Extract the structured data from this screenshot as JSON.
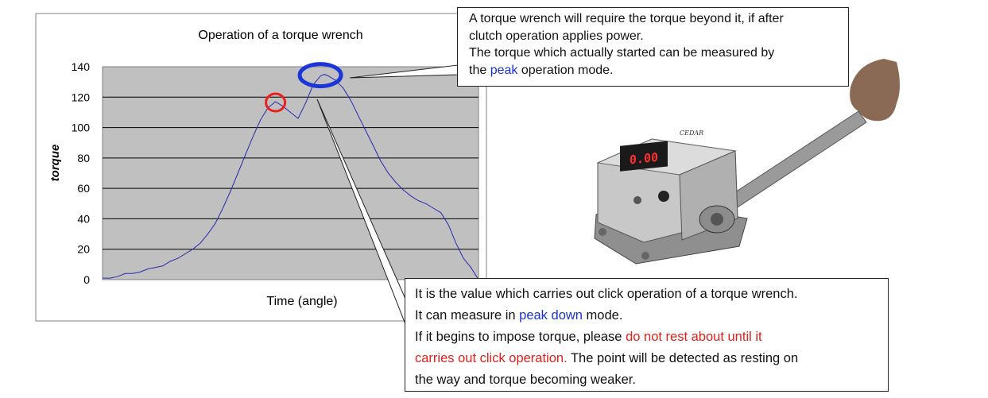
{
  "chart_data": {
    "type": "line",
    "title": "Operation of a torque wrench",
    "xlabel": "Time (angle)",
    "ylabel": "torque",
    "ylim": [
      0,
      140
    ],
    "yticks": [
      0,
      20,
      40,
      60,
      80,
      100,
      120,
      140
    ],
    "grid": true,
    "plot_background": "#c0c0c0",
    "line_color": "#2a2ab0",
    "series": [
      {
        "x": [
          0,
          2,
          4,
          6,
          8,
          10,
          12,
          14,
          16,
          18,
          20,
          22,
          24,
          26,
          28,
          30,
          32,
          34,
          36,
          38,
          40,
          42,
          44,
          46,
          48,
          50,
          52,
          54,
          56,
          57,
          58,
          59,
          60,
          62,
          64,
          66,
          68,
          70,
          72,
          74,
          76,
          78,
          80,
          82,
          84,
          86,
          88,
          90,
          92,
          94,
          96,
          98,
          100
        ],
        "values": [
          1,
          1,
          2,
          4,
          4,
          5,
          7,
          8,
          9,
          12,
          14,
          17,
          20,
          24,
          30,
          37,
          47,
          58,
          70,
          82,
          94,
          105,
          113,
          117,
          114,
          110,
          106,
          116,
          128,
          131,
          134,
          135,
          134,
          131,
          126,
          118,
          108,
          98,
          88,
          78,
          70,
          64,
          59,
          55,
          52,
          50,
          47,
          44,
          36,
          24,
          14,
          8,
          0
        ]
      }
    ],
    "markers": [
      {
        "name": "click-point",
        "x": 46,
        "y": 117,
        "color": "#e8201e"
      },
      {
        "name": "peak-point",
        "x": 59,
        "y": 135,
        "color": "#1a35d8"
      }
    ]
  },
  "callout_top": {
    "line1": "A torque wrench will require the torque beyond it, if after",
    "line2": "clutch operation applies power.",
    "line3": "The torque which actually started can be measured by",
    "line4_pre": "the ",
    "line4_blue": "peak",
    "line4_post": " operation mode."
  },
  "callout_bottom": {
    "line1": "It is the value which carries out click operation of a torque wrench.",
    "line2_pre": "It can measure in ",
    "line2_blue": "peak down",
    "line2_post": " mode.",
    "line3_pre": "If it begins to impose torque, please ",
    "line3_red": "do not rest about until it",
    "line4_red": "carries out click operation.",
    "line4_post": " The point will be detected as resting on",
    "line5": "the way and torque becoming weaker."
  },
  "device": {
    "display_value": "0.00",
    "brand": "CEDAR"
  }
}
